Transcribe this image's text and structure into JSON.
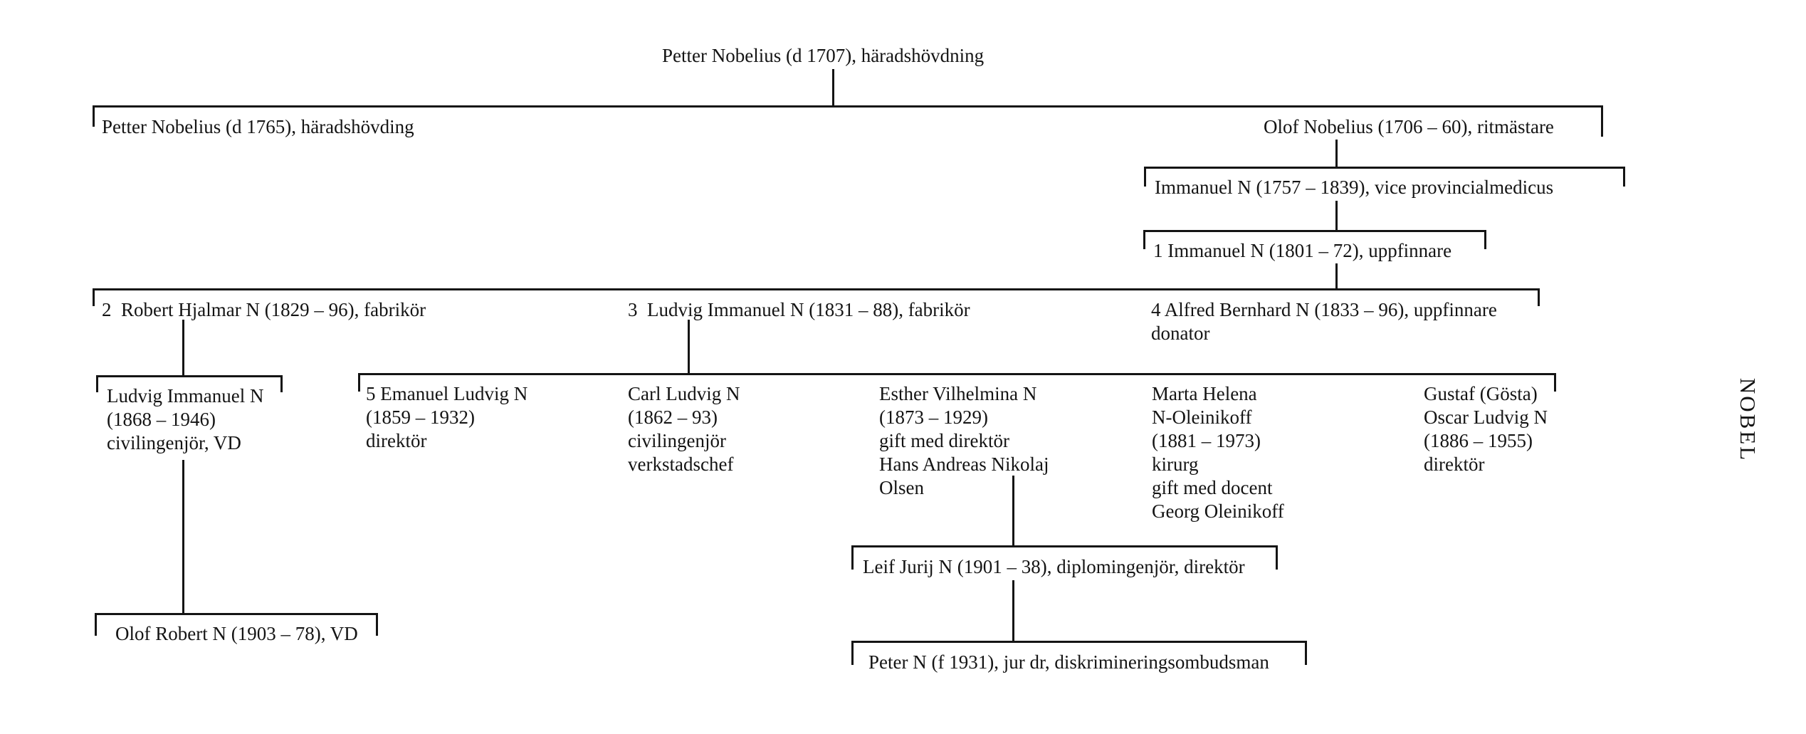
{
  "side_label": "NOBEL",
  "nodes": {
    "petter_1707": "Petter Nobelius (d 1707), häradshövdning",
    "petter_1765": "Petter Nobelius (d 1765), häradshövding",
    "olof_1706": "Olof Nobelius (1706 – 60), ritmästare",
    "immanuel_1757": "Immanuel N (1757 – 1839), vice provincialmedicus",
    "immanuel_1801": "1 Immanuel N (1801 – 72), uppfinnare",
    "robert_1829": "2  Robert Hjalmar N (1829 – 96), fabrikör",
    "ludvig_1831": "3  Ludvig Immanuel N (1831 – 88), fabrikör",
    "alfred_1833": {
      "line1": "4 Alfred Bernhard N (1833 – 96), uppfinnare",
      "line2": "donator"
    },
    "ludvig_1868": {
      "lines": [
        "Ludvig Immanuel N",
        "(1868 – 1946)",
        "civilingenjör, VD"
      ]
    },
    "emanuel_1859": {
      "lines": [
        "5 Emanuel Ludvig N",
        "(1859 – 1932)",
        "direktör"
      ]
    },
    "carl_1862": {
      "lines": [
        "Carl Ludvig N",
        "(1862 – 93)",
        "civilingenjör",
        "verkstadschef"
      ]
    },
    "esther_1873": {
      "lines": [
        "Esther Vilhelmina N",
        "(1873 – 1929)",
        "gift med direktör",
        "Hans Andreas Nikolaj",
        "Olsen"
      ]
    },
    "marta_1881": {
      "lines": [
        "Marta Helena",
        "N-Oleinikoff",
        "(1881 – 1973)",
        "kirurg",
        "gift med docent",
        "Georg Oleinikoff"
      ]
    },
    "gustaf_1886": {
      "lines": [
        "Gustaf (Gösta)",
        "Oscar Ludvig N",
        "(1886 – 1955)",
        "direktör"
      ]
    },
    "olof_robert_1903": "Olof Robert N (1903 – 78), VD",
    "leif_1901": "Leif Jurij N (1901 – 38), diplomingenjör, direktör",
    "peter_1931": "Peter N (f 1931), jur dr, diskrimineringsombudsman"
  },
  "line_color": "#141414"
}
